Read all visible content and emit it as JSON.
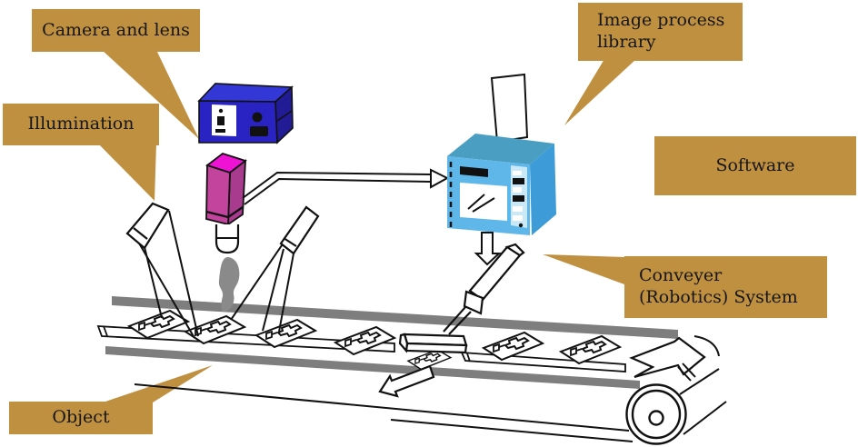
{
  "labels": {
    "camera_lens": {
      "text": "Camera and lens"
    },
    "illumination": {
      "text": "Illumination"
    },
    "image_process": {
      "line1": "Image process",
      "line2": "library"
    },
    "software": {
      "text": "Software"
    },
    "conveyer": {
      "line1": "Conveyer",
      "line2": "(Robotics) System"
    },
    "object": {
      "text": "Object"
    }
  },
  "colors": {
    "gold": "#BF9040",
    "ink": "#111111",
    "camera_front": "#2A23C4",
    "camera_top": "#3337D6",
    "camera_side": "#221B96",
    "lens_top": "#EE13D4",
    "lens_front": "#C2449C",
    "lens_side": "#A93B8F",
    "pc_front": "#5FB6E9",
    "pc_top": "#4A9EC2",
    "pc_side": "#3D9BD8",
    "pc_panel": "#C9E8F8",
    "rail_gray": "#7E7E7E",
    "shadow_gray": "#8A8A8A",
    "white": "#FFFFFF"
  },
  "components": {
    "camera": "camera unit",
    "lens": "lens assembly",
    "illumination": "two angled lamps with crossing light beams",
    "computer": "image processing computer",
    "paper": "output sheet",
    "robot": "robotic arm with gripper",
    "conveyor": "conveyor belt with roller",
    "objects": "inspected chips on belt",
    "flow_arrow": "belt direction arrow",
    "eject_arrow": "reject ejection arrow",
    "signal_arrow": "camera to computer signal arrow",
    "control_arrow": "computer to robot control arrow"
  }
}
